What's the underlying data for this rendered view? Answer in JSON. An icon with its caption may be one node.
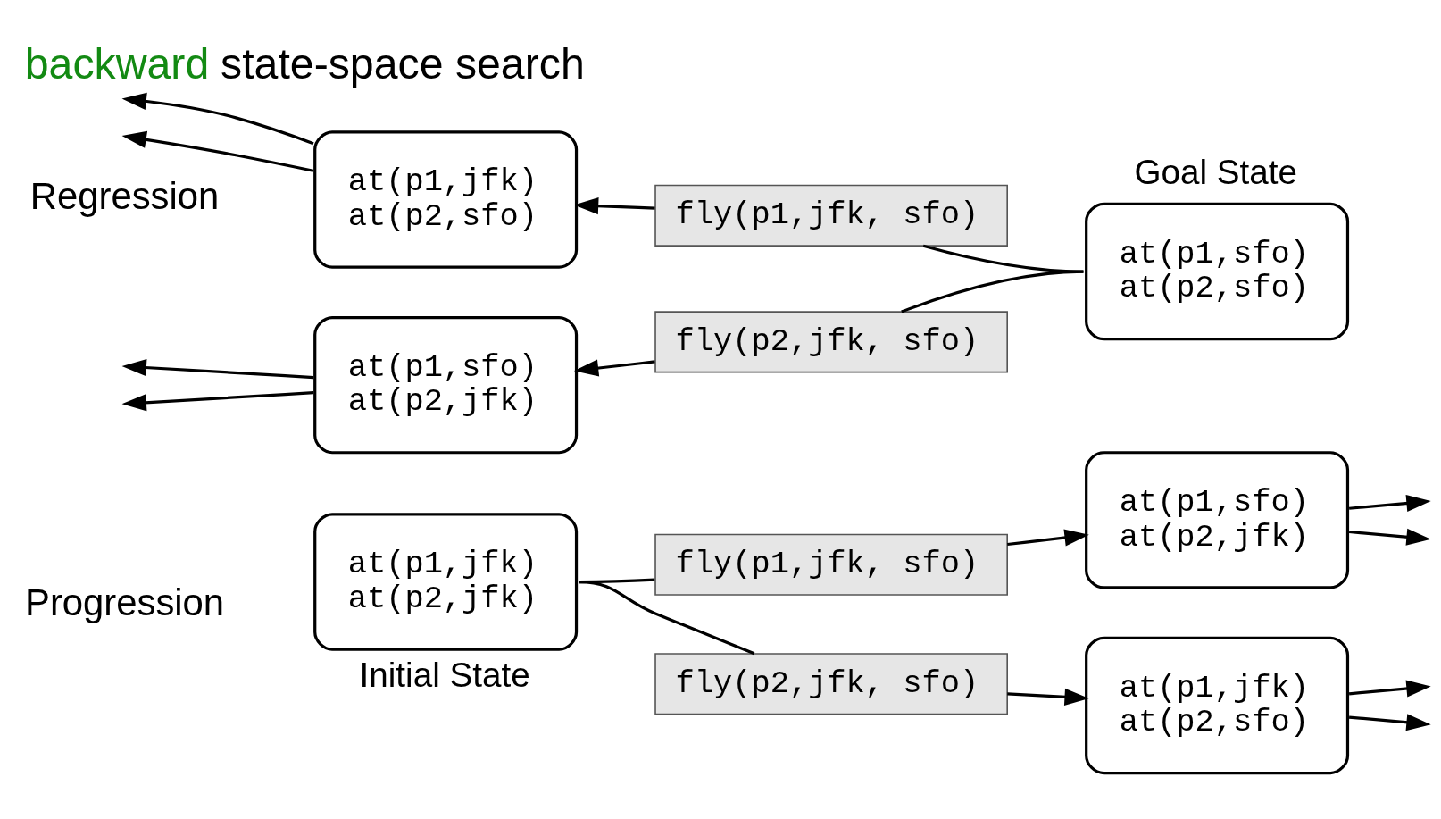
{
  "diagram": {
    "title": "backward state-space search",
    "nodes": [
      {
        "text": [
          "at(p1,jfk)",
          "at(p2,jfk)"
        ],
        "beside": [
          "Initial State"
        ]
      },
      {
        "text": [
          "fly(p1,jfk, sfo)"
        ]
      },
      {
        "text": [
          "at(p1,sfo)",
          "at(p2,jfk)"
        ]
      },
      {
        "text": [
          "fly(p2,jfk, sfo)"
        ]
      },
      {
        "text": [
          "at(p1,jfk)",
          "at(p2,sfo)"
        ]
      },
      {
        "text": [
          "at(p1,sfo)",
          "at(p2,sfo)"
        ],
        "beside": [
          "Goal State"
        ]
      },
      {
        "text": [
          "fly(p1,jfk, sfo)"
        ]
      },
      {
        "text": [
          "at(p1,jfk)",
          "at(p2,sfo)"
        ]
      },
      {
        "text": [
          "fly(p2,jfk, sfo)"
        ]
      },
      {
        "text": [
          "at(p1,sfo)",
          "at(p2,jfk)"
        ]
      }
    ],
    "edges": [
      {
        "from": 0,
        "to": 1,
        "arrow": "none"
      },
      {
        "from": 1,
        "to": 2,
        "arrow": "to"
      },
      {
        "from": 0,
        "to": 3,
        "arrow": "none"
      },
      {
        "from": 3,
        "to": 4,
        "arrow": "to"
      },
      {
        "from": 2,
        "to": null,
        "arrow": "to"
      },
      {
        "from": 2,
        "to": null,
        "arrow": "to"
      },
      {
        "from": 4,
        "to": null,
        "arrow": "to"
      },
      {
        "from": 4,
        "to": null,
        "arrow": "to"
      },
      {
        "from": 5,
        "to": 6,
        "arrow": "none"
      },
      {
        "from": 6,
        "to": 7,
        "arrow": "to"
      },
      {
        "from": 5,
        "to": 8,
        "arrow": "none"
      },
      {
        "from": 8,
        "to": 9,
        "arrow": "to"
      },
      {
        "from": 7,
        "to": null,
        "arrow": "to"
      },
      {
        "from": 7,
        "to": null,
        "arrow": "to"
      },
      {
        "from": 9,
        "to": null,
        "arrow": "to"
      },
      {
        "from": 9,
        "to": null,
        "arrow": "to"
      }
    ],
    "labels": [
      "Progression",
      "Regression"
    ]
  }
}
